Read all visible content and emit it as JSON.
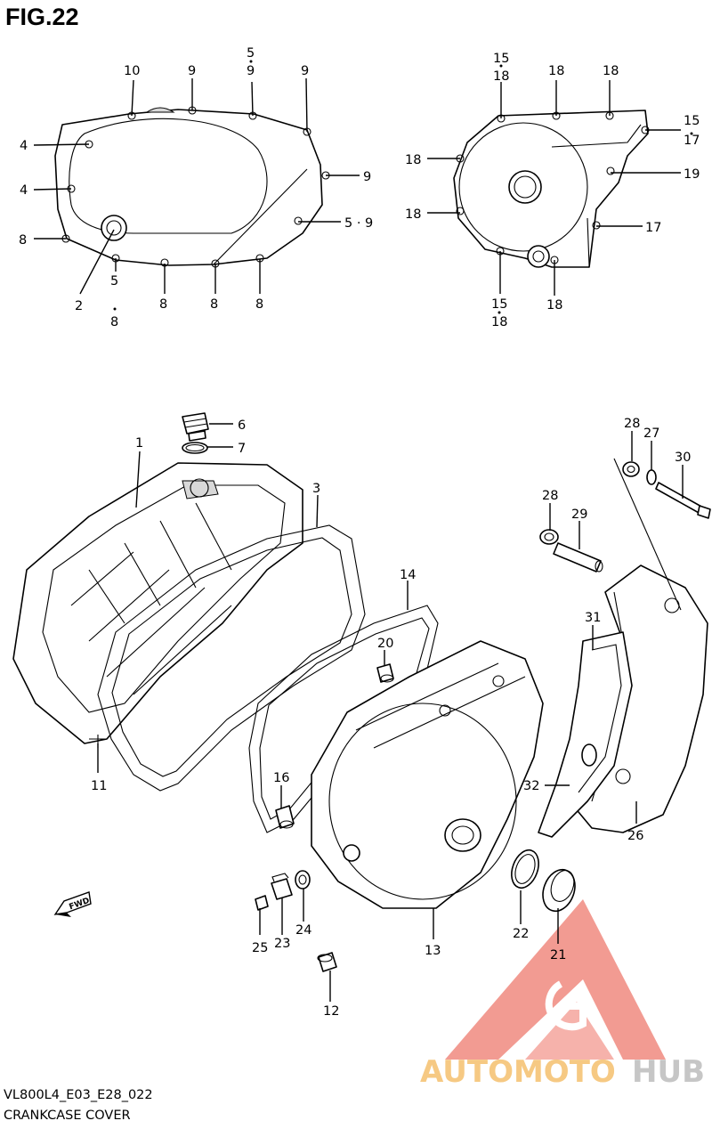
{
  "figure": {
    "title": "FIG.22",
    "code": "VL800L4_E03_E28_022",
    "name": "CRANKCASE COVER"
  },
  "watermark": {
    "brand_orange": "AUTOMOTO",
    "brand_grey": "HUB",
    "colors": {
      "logo_red": "#f08a80",
      "text_orange": "#f5c06e",
      "text_grey": "#bdbdbd"
    }
  },
  "callouts": {
    "top_left": {
      "c10": "10",
      "c9a": "9",
      "c5a": "5",
      "c9b": "9",
      "c9c": "9",
      "c4a": "4",
      "c4b": "4",
      "c9d": "9",
      "c59": "5 · 9",
      "c8a": "8",
      "c2": "2",
      "c5b": "5",
      "c8b": "8",
      "c8c": "8",
      "c8d": "8",
      "c8e": "8"
    },
    "top_right": {
      "c15a": "15",
      "c18a": "18",
      "c18b": "18",
      "c18c": "18",
      "c15b": "15",
      "c17a": "17",
      "c18d": "18",
      "c19": "19",
      "c18e": "18",
      "c17b": "17",
      "c15c": "15",
      "c18f": "18",
      "c18g": "18"
    },
    "main": {
      "c6": "6",
      "c7": "7",
      "c1": "1",
      "c3": "3",
      "c14": "14",
      "c20": "20",
      "c11": "11",
      "c16": "16",
      "c25": "25",
      "c23": "23",
      "c24": "24",
      "c12": "12",
      "c13": "13",
      "c22": "22",
      "c21": "21",
      "c28a": "28",
      "c27": "27",
      "c30": "30",
      "c28b": "28",
      "c29": "29",
      "c31": "31",
      "c32": "32",
      "c26": "26"
    },
    "fwd": "FWD"
  }
}
